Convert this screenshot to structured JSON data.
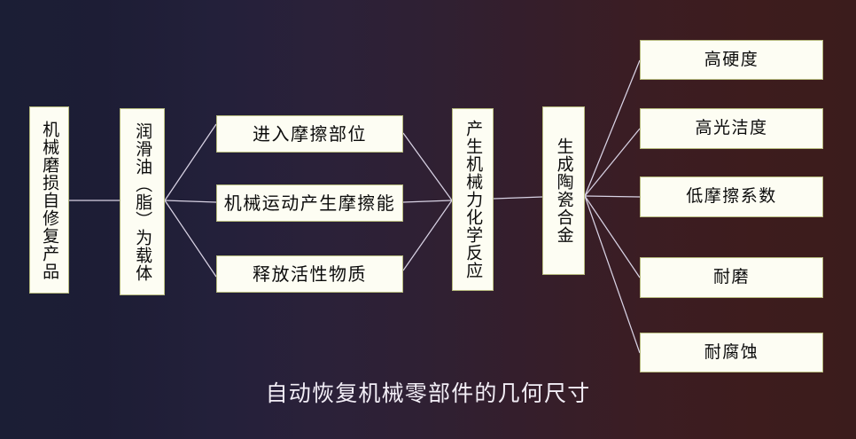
{
  "diagram": {
    "title_caption": "自动恢复机械零部件的几何尺寸",
    "colors": {
      "background_left": "#1b1e35",
      "background_right": "#3b1c1c",
      "node_fill": "#fdfdf3",
      "node_border": "#b7bb7e",
      "node_text": "#0b0b0b",
      "connector_line": "#d8d2e4",
      "caption_text": "#f2eef6"
    },
    "nodes": {
      "stage1": {
        "label": "机械磨损自修复产品",
        "orientation": "vertical"
      },
      "stage2": {
        "label": "润滑油（脂）为载体",
        "orientation": "vertical"
      },
      "stage3": [
        {
          "label": "进入摩擦部位",
          "orientation": "horizontal"
        },
        {
          "label": "机械运动产生摩擦能",
          "orientation": "horizontal"
        },
        {
          "label": "释放活性物质",
          "orientation": "horizontal"
        }
      ],
      "stage4": {
        "label": "产生机械力化学反应",
        "orientation": "vertical"
      },
      "stage5": {
        "label": "生成陶瓷合金",
        "orientation": "vertical"
      },
      "stage6": [
        {
          "label": "高硬度",
          "orientation": "horizontal"
        },
        {
          "label": "高光洁度",
          "orientation": "horizontal"
        },
        {
          "label": "低摩擦系数",
          "orientation": "horizontal"
        },
        {
          "label": "耐磨",
          "orientation": "horizontal"
        },
        {
          "label": "耐腐蚀",
          "orientation": "horizontal"
        }
      ]
    }
  }
}
